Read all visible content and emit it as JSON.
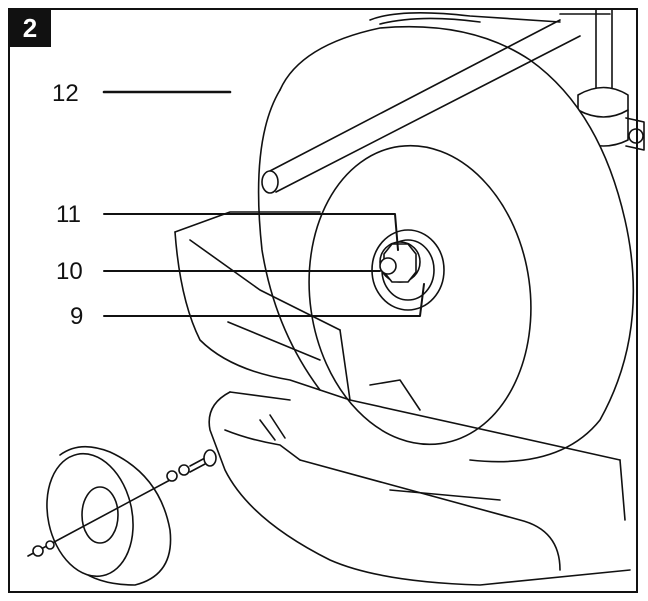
{
  "figure": {
    "step_number": "2",
    "labels": {
      "part_12": "12",
      "part_11": "11",
      "part_10": "10",
      "part_9": "9"
    }
  },
  "colors": {
    "line": "#111111",
    "background": "#ffffff",
    "badge": "#111111"
  }
}
